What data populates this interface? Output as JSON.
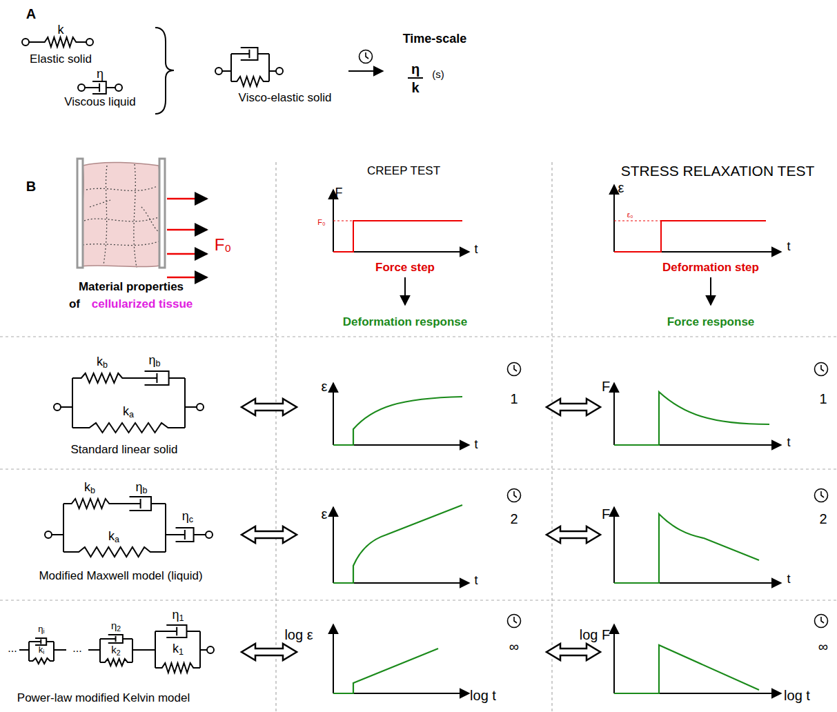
{
  "diagram": {
    "labels": [
      "A",
      "k",
      "Elastic solid",
      "η",
      "Viscous liquid",
      "Visco-elastic solid",
      "Time-scale",
      "η",
      "k",
      "(s)",
      "B",
      "CREEP TEST",
      "STRESS RELAXATION TEST",
      "F₀",
      "Material properties",
      "of",
      "cellularized tissue",
      "F",
      "F₀",
      "t",
      "Force step",
      "Deformation response",
      "ε",
      "ε₀",
      "t",
      "Deformation step",
      "Force response",
      "kb",
      "ηb",
      "ka",
      "Standard linear solid",
      "ε",
      "t",
      "1",
      "F",
      "t",
      "1",
      "kb",
      "ηb",
      "ka",
      "ηc",
      "Modified Maxwell model (liquid)",
      "ε",
      "t",
      "2",
      "F",
      "t",
      "2",
      "...",
      "ηi",
      "ki",
      "...",
      "η2",
      "k2",
      "η1",
      "k1",
      "Power-law modified Kelvin model",
      "log ε",
      "log t",
      "∞",
      "log F",
      "log t",
      "∞"
    ]
  }
}
